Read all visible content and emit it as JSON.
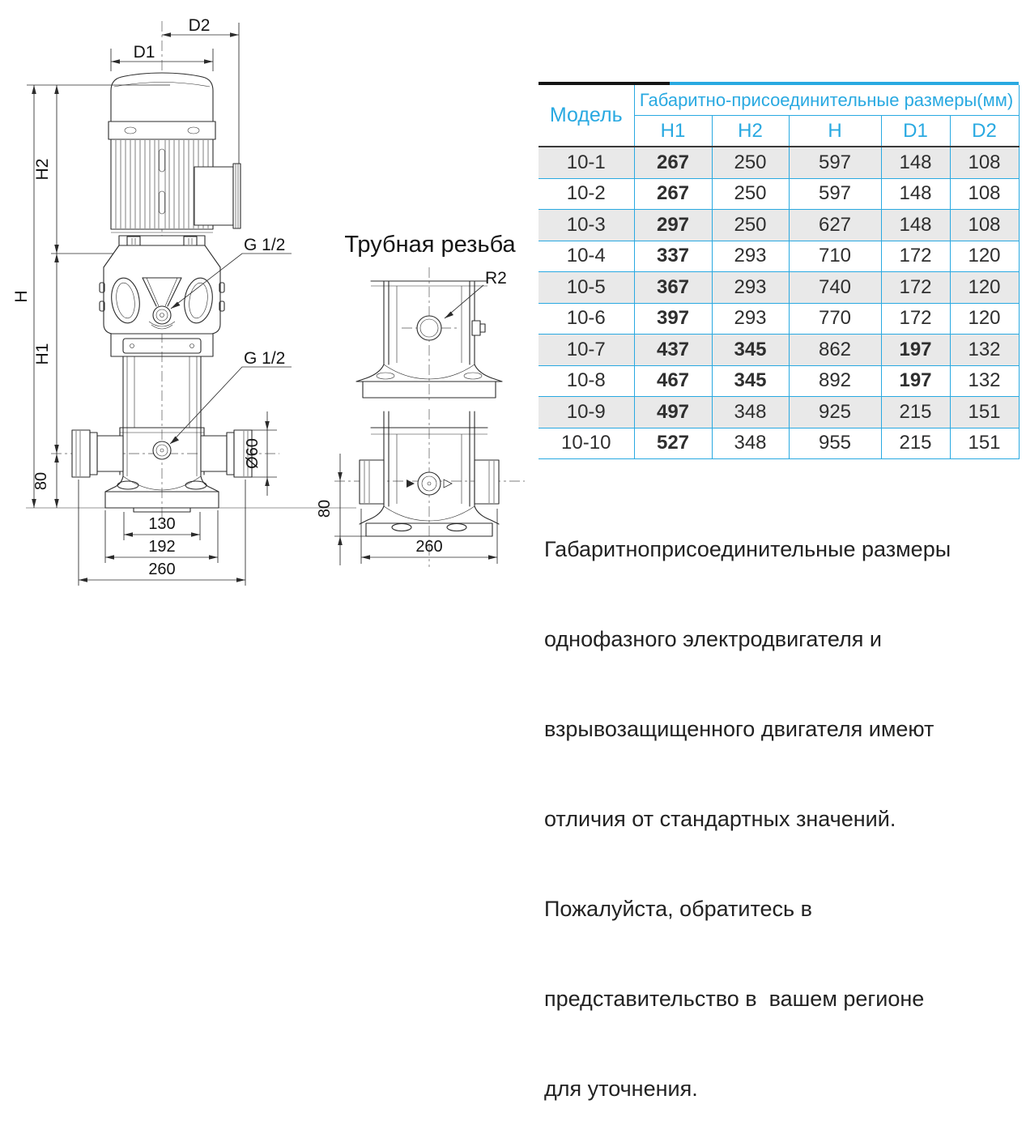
{
  "accent_color": "#29a9e1",
  "drawing": {
    "labels": {
      "d1": "D1",
      "d2": "D2",
      "h": "H",
      "h1": "H1",
      "h2": "H2",
      "base_offset": "80",
      "thread_vent": "G 1/2",
      "thread_drain": "G 1/2",
      "port_diameter": "Ø60",
      "bolt_spacing": "130",
      "base_width": "192",
      "base_total": "260"
    },
    "detail_thread": {
      "title": "Трубная резьба",
      "radius_label": "R2"
    },
    "detail_bottom": {
      "height": "80",
      "width": "260"
    }
  },
  "table": {
    "model_header": "Модель",
    "group_header": "Габаритно-присоединительные размеры(мм)",
    "columns": [
      "H1",
      "H2",
      "H",
      "D1",
      "D2"
    ],
    "rows": [
      {
        "model": "10-1",
        "values": [
          "267",
          "250",
          "597",
          "148",
          "108"
        ],
        "bold": [
          0
        ]
      },
      {
        "model": "10-2",
        "values": [
          "267",
          "250",
          "597",
          "148",
          "108"
        ],
        "bold": [
          0
        ]
      },
      {
        "model": "10-3",
        "values": [
          "297",
          "250",
          "627",
          "148",
          "108"
        ],
        "bold": [
          0
        ]
      },
      {
        "model": "10-4",
        "values": [
          "337",
          "293",
          "710",
          "172",
          "120"
        ],
        "bold": [
          0
        ]
      },
      {
        "model": "10-5",
        "values": [
          "367",
          "293",
          "740",
          "172",
          "120"
        ],
        "bold": [
          0
        ]
      },
      {
        "model": "10-6",
        "values": [
          "397",
          "293",
          "770",
          "172",
          "120"
        ],
        "bold": [
          0
        ]
      },
      {
        "model": "10-7",
        "values": [
          "437",
          "345",
          "862",
          "197",
          "132"
        ],
        "bold": [
          0,
          1,
          3
        ]
      },
      {
        "model": "10-8",
        "values": [
          "467",
          "345",
          "892",
          "197",
          "132"
        ],
        "bold": [
          0,
          1,
          3
        ]
      },
      {
        "model": "10-9",
        "values": [
          "497",
          "348",
          "925",
          "215",
          "151"
        ],
        "bold": [
          0
        ]
      },
      {
        "model": "10-10",
        "values": [
          "527",
          "348",
          "955",
          "215",
          "151"
        ],
        "bold": [
          0
        ]
      }
    ]
  },
  "note": {
    "lines": [
      "Габаритноприсоединительные размеры",
      "однофазного электродвигателя и",
      "взрывозащищенного двигателя имеют",
      "отличия от стандартных значений.",
      "Пожалуйста, обратитесь в",
      "представительство в  вашем регионе",
      "для уточнения."
    ]
  }
}
